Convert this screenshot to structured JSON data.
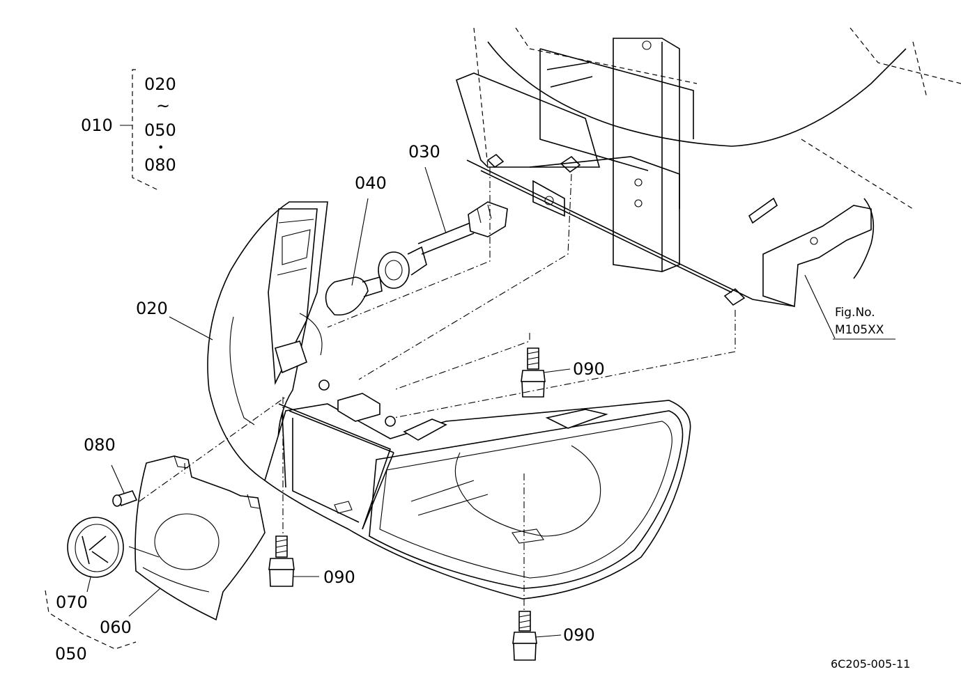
{
  "diagram": {
    "group": {
      "parent": "010",
      "children": [
        "020",
        "050",
        "080"
      ],
      "range_mark": "~",
      "dot_mark": "•"
    },
    "labels": {
      "p020": "020",
      "p030": "030",
      "p040": "040",
      "p050": "050",
      "p060": "060",
      "p070": "070",
      "p080": "080",
      "p090a": "090",
      "p090b": "090",
      "p090c": "090"
    },
    "figure_ref": {
      "title": "Fig.No.",
      "number": "M105XX"
    },
    "drawing_code": "6C205-005-11"
  }
}
